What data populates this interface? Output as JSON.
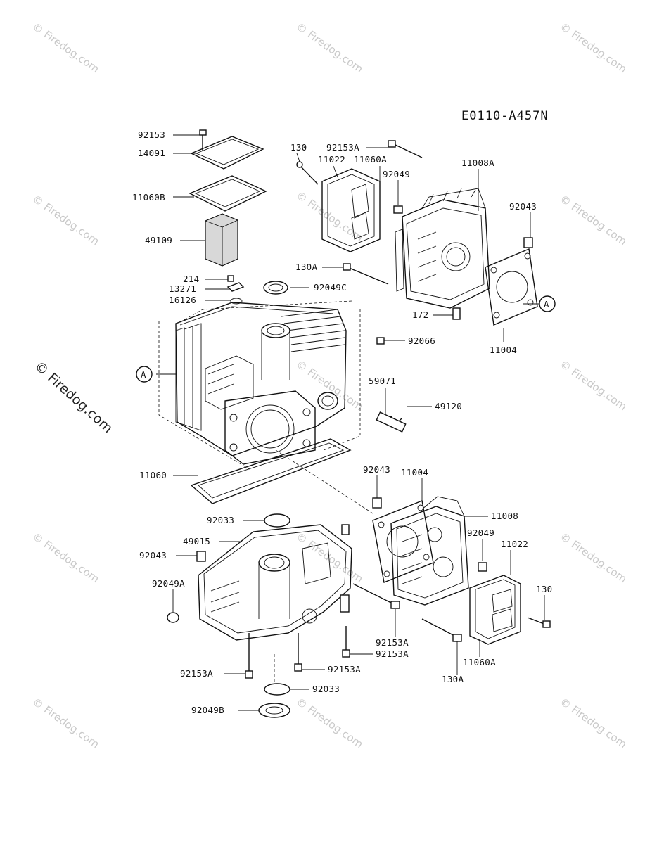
{
  "diagram_code": "E0110-A457N",
  "watermark_text": "© Firedog.com",
  "callout_A": "A",
  "labels": {
    "p92153": "92153",
    "p14091": "14091",
    "p11060B": "11060B",
    "p49109": "49109",
    "p214": "214",
    "p13271": "13271",
    "p16126": "16126",
    "p130_top": "130",
    "p92153A_top": "92153A",
    "p11022_top": "11022",
    "p11060A_top": "11060A",
    "p92049_top": "92049",
    "p11008A": "11008A",
    "p92043_top": "92043",
    "p130A_top": "130A",
    "p92049C": "92049C",
    "p172": "172",
    "p92066": "92066",
    "p11004_top": "11004",
    "p59071": "59071",
    "p49120": "49120",
    "p11060": "11060",
    "p92043_mid": "92043",
    "p11004_mid": "11004",
    "p11008": "11008",
    "p92033_top": "92033",
    "p49015": "49015",
    "p92043_left": "92043",
    "p92049_low": "92049",
    "p11022_low": "11022",
    "p92049A": "92049A",
    "p130_low": "130",
    "p92153A_r1": "92153A",
    "p92153A_r2": "92153A",
    "p11060A_low": "11060A",
    "p92153A_left": "92153A",
    "p92153A_mid": "92153A",
    "p130A_low": "130A",
    "p92033_low": "92033",
    "p92049B": "92049B"
  }
}
